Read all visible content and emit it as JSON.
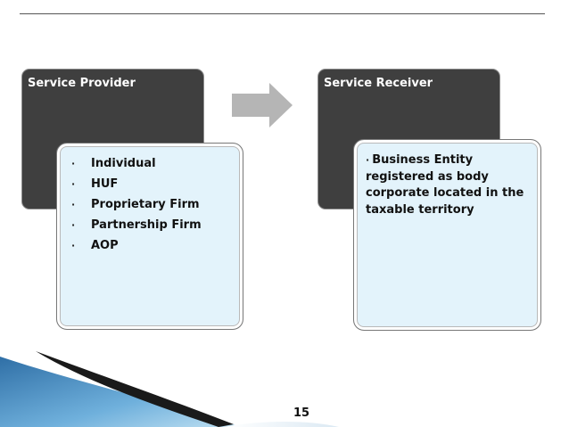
{
  "provider": {
    "title": "Service Provider",
    "items": [
      "Individual",
      "HUF",
      "Proprietary Firm",
      "Partnership Firm",
      "AOP"
    ]
  },
  "receiver": {
    "title": "Service Receiver",
    "text": "Business Entity registered as body corporate located in the taxable territory"
  },
  "bullet_glyph": "·",
  "page_number": "15",
  "colors": {
    "dark_box": "#3f3f3f",
    "light_box": "#e3f3fb",
    "arrow": "#b5b5b5",
    "wave_blue": "#4a8ec0"
  },
  "icons": {
    "arrow": "right-arrow-icon"
  }
}
